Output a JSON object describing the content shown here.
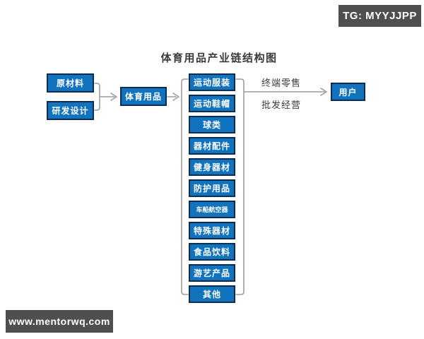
{
  "title": "体育用品产业链结构图",
  "watermarks": {
    "tg_badge": "TG: MYYJJPP",
    "site_badge": "www.mentorwq.com"
  },
  "colors": {
    "node_fill": "#1173bd",
    "node_border": "#0e2b50",
    "node_text": "#ffffff",
    "connector": "#9c9c9c",
    "badge_bg": "#4f4f4f",
    "title_text": "#3b3b3b",
    "background": "#ffffff"
  },
  "diagram": {
    "upstream_nodes": [
      "原材料",
      "研发设计"
    ],
    "core_node": "体育用品",
    "category_nodes": [
      "运动服装",
      "运动鞋帽",
      "球类",
      "器材配件",
      "健身器材",
      "防护用品",
      "车船航空器",
      "特殊器材",
      "食品饮料",
      "游艺产品",
      "其他"
    ],
    "channel_labels": [
      "终端零售",
      "批发经营"
    ],
    "end_node": "用户"
  }
}
